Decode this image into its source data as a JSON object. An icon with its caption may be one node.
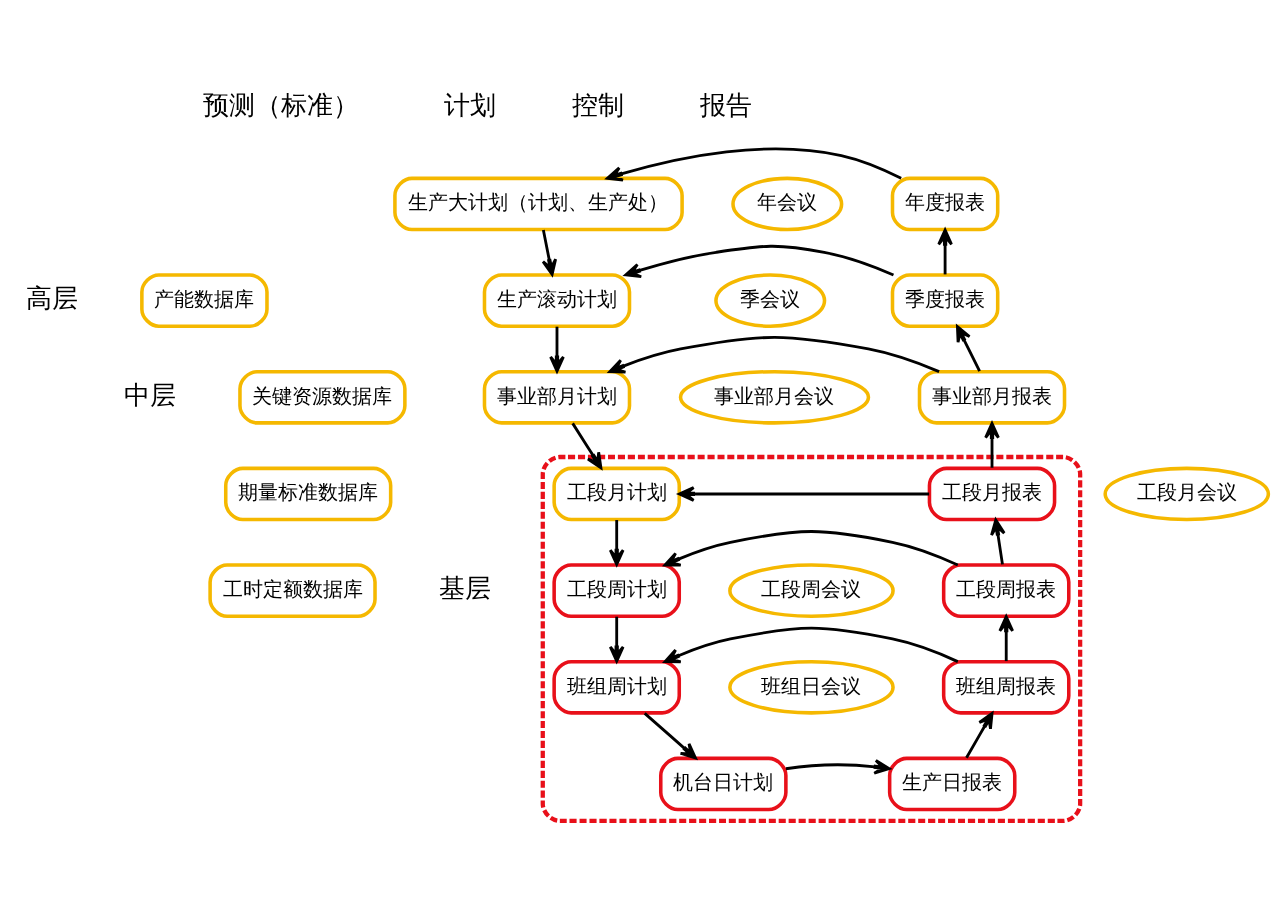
{
  "diagram": {
    "nodes": [
      {
        "text": [
          "年会议"
        ]
      },
      {
        "text": [
          "生产大计划（计划、生产处）"
        ]
      },
      {
        "text": [
          "年度报表"
        ]
      },
      {
        "text": [
          "季会议"
        ]
      },
      {
        "text": [
          "生产滚动计划"
        ]
      },
      {
        "text": [
          "季度报表"
        ]
      },
      {
        "text": [
          "产能数据库"
        ]
      },
      {
        "text": [
          "事业部月会议"
        ]
      },
      {
        "text": [
          "关键资源数据库"
        ]
      },
      {
        "text": [
          "事业部月计划"
        ]
      },
      {
        "text": [
          "事业部月报表"
        ]
      },
      {
        "text": [],
        "shape": "box"
      },
      {
        "text": [
          "工段月会议"
        ]
      },
      {
        "text": [
          "期量标准数据库"
        ]
      },
      {
        "text": [
          "工段月计划"
        ],
        "in": 11
      },
      {
        "text": [
          "工段月报表"
        ],
        "in": 11
      },
      {
        "text": [
          "工时定额数据库"
        ]
      },
      {
        "text": [
          "工段周会议"
        ],
        "in": 11
      },
      {
        "text": [
          "工段周计划"
        ],
        "in": 11
      },
      {
        "text": [
          "工段周报表"
        ],
        "in": 11
      },
      {
        "text": [
          "班组日会议"
        ],
        "in": 11
      },
      {
        "text": [
          "班组周计划"
        ],
        "in": 11
      },
      {
        "text": [
          "班组周报表"
        ],
        "in": 11
      },
      {
        "text": [
          "机台日计划"
        ],
        "in": 11
      },
      {
        "text": [
          "生产日报表"
        ],
        "in": 11
      }
    ],
    "edges": [
      {
        "from": 2,
        "to": 1,
        "arrow": "to"
      },
      {
        "from": 1,
        "to": 4,
        "arrow": "to"
      },
      {
        "from": 5,
        "to": 2,
        "arrow": "to"
      },
      {
        "from": 5,
        "to": 4,
        "arrow": "to"
      },
      {
        "from": 4,
        "to": 9,
        "arrow": "to"
      },
      {
        "from": 10,
        "to": 5,
        "arrow": "to"
      },
      {
        "from": 10,
        "to": 9,
        "arrow": "to"
      },
      {
        "from": 9,
        "to": 14,
        "arrow": "to"
      },
      {
        "from": 15,
        "to": 10,
        "arrow": "to"
      },
      {
        "from": 15,
        "to": 14,
        "arrow": "to"
      },
      {
        "from": 14,
        "to": 18,
        "arrow": "to"
      },
      {
        "from": 19,
        "to": 15,
        "arrow": "to"
      },
      {
        "from": 19,
        "to": 18,
        "arrow": "to"
      },
      {
        "from": 18,
        "to": 21,
        "arrow": "to"
      },
      {
        "from": 22,
        "to": 19,
        "arrow": "to"
      },
      {
        "from": 22,
        "to": 21,
        "arrow": "to"
      },
      {
        "from": 21,
        "to": 23,
        "arrow": "to"
      },
      {
        "from": 23,
        "to": 24,
        "arrow": "to"
      },
      {
        "from": 24,
        "to": 22,
        "arrow": "to"
      }
    ],
    "labels": [
      "预测（标准）",
      "计划",
      "控制",
      "报告",
      "高层",
      "中层",
      "基层"
    ]
  }
}
